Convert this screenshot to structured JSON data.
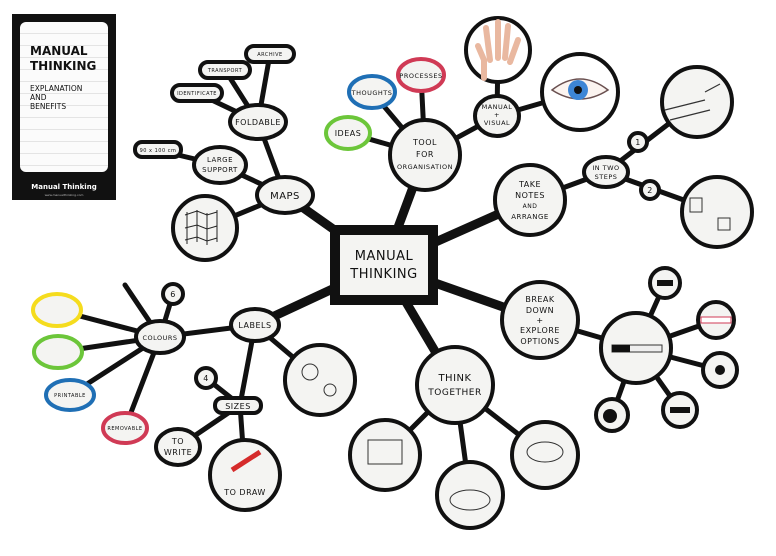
{
  "book": {
    "title_line1": "MANUAL",
    "title_line2": "THINKING",
    "subtitle_line1": "EXPLANATION",
    "subtitle_line2": "AND",
    "subtitle_line3": "BENEFITS",
    "brand": "Manual Thinking",
    "url": "www.manualthinking.com"
  },
  "center": {
    "line1": "MANUAL",
    "line2": "THINKING"
  },
  "maps": {
    "label": "MAPS",
    "foldable": "FOLDABLE",
    "identificate": "IDENTIFICATE",
    "transport": "TRANSPORT",
    "archive": "ARCHIVE",
    "large1": "LARGE",
    "large2": "SUPPORT",
    "size": "90 x 100 cm"
  },
  "tool": {
    "l1": "TOOL",
    "l2": "FOR",
    "l3": "ORGANISATION",
    "ideas": "IDEAS",
    "thoughts": "THOUGHTS",
    "processes": "PROCESSES",
    "mv1": "MANUAL",
    "mv2": "+",
    "mv3": "VISUAL"
  },
  "notes": {
    "l1": "TAKE",
    "l2": "NOTES",
    "l3": "AND",
    "l4": "ARRANGE",
    "steps1": "IN TWO",
    "steps2": "STEPS",
    "one": "1",
    "two": "2"
  },
  "break": {
    "l1": "BREAK",
    "l2": "DOWN",
    "l3": "+",
    "l4": "EXPLORE",
    "l5": "OPTIONS"
  },
  "think": {
    "l1": "THINK",
    "l2": "TOGETHER"
  },
  "labels": {
    "label": "LABELS",
    "colours": "COLOURS",
    "six": "6",
    "printable": "PRINTABLE",
    "removable": "REMOVABLE",
    "sizes": "SIZES",
    "four": "4",
    "write1": "TO",
    "write2": "WRITE",
    "draw": "TO DRAW"
  },
  "colors": {
    "yellow": "#f5dc1e",
    "green": "#6cc63a",
    "blue": "#1f6fb5",
    "red": "#d03a55"
  }
}
